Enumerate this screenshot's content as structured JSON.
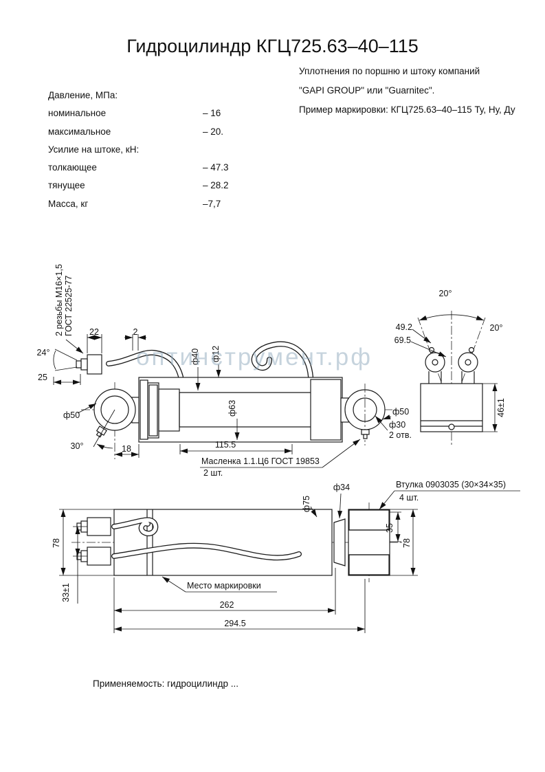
{
  "title": "Гидроцилиндр КГЦ725.63–40–115",
  "watermark": "оптинструмент.рф",
  "footer": "Применяемость: гидроцилиндр ...",
  "notes": {
    "line1": "Уплотнения по поршню и штоку компаний",
    "line2": "\"GAPI GROUP\" или \"Guarnitec\".",
    "line3": "Пример маркировки: КГЦ725.63–40–115 Ту, Ну, Ду"
  },
  "specs": {
    "header1": "Давление, МПа:",
    "rows1": [
      {
        "label": "номинальное",
        "value": "– 16"
      },
      {
        "label": "максимальное",
        "value": "– 20."
      }
    ],
    "header2": "Усилие на штоке, кН:",
    "rows2": [
      {
        "label": "толкающее",
        "value": "– 47.3"
      },
      {
        "label": "тянущее",
        "value": "– 28.2"
      }
    ],
    "mass": {
      "label": "Масса, кг",
      "value": "–7,7"
    }
  },
  "side_view": {
    "thread_note": "2 резьбы М16×1,5",
    "thread_gost": "ГОСТ 22525-77",
    "dim_22": "22",
    "dim_2": "2",
    "angle_24": "24°",
    "dim_25": "25",
    "dia_40": "ф40",
    "dia_12": "ф12",
    "dia_63": "ф63",
    "dia_50_left": "ф50",
    "angle_30": "30°",
    "dim_18": "18",
    "dim_115_5": "115.5",
    "grease_label": "Масленка 1.1.Ц6 ГОСТ 19853",
    "grease_qty": "2 шт.",
    "dia_50_right": "ф50",
    "dia_30": "ф30",
    "dia_30_qty": "2 отв."
  },
  "end_view": {
    "angle_20_a": "20°",
    "angle_20_b": "20°",
    "dim_49_2": "49.2",
    "dim_69_5": "69.5",
    "dim_46": "46±1"
  },
  "top_view": {
    "dia_75": "ф75",
    "dia_34": "ф34",
    "bushing_label": "Втулка 0903035 (30×34×35)",
    "bushing_qty": "4 шт.",
    "dim_78_left": "78",
    "dim_78_right": "78",
    "dim_35": "35",
    "dim_33": "33±1",
    "marking_label": "Место маркировки",
    "dim_262": "262",
    "dim_294_5": "294.5"
  }
}
